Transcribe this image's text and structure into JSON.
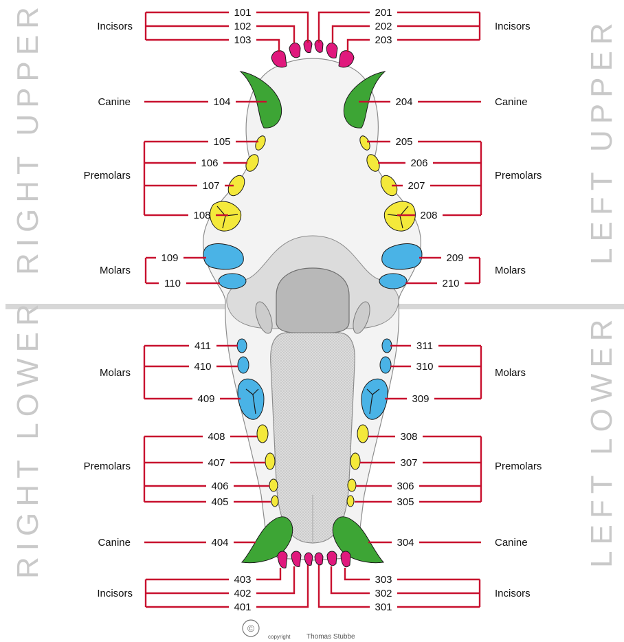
{
  "colors": {
    "line": "#c8102e",
    "incisor": "#e0197d",
    "canine": "#3da535",
    "premolar": "#f4e93b",
    "molar": "#4ab3e6",
    "outline": "#1a1a1a",
    "mouth": "#f2f2f2",
    "divider": "#d7d7d7",
    "side_label": "#c9c9c9"
  },
  "sides": {
    "right_upper": "RIGHT UPPER",
    "left_upper": "LEFT UPPER",
    "right_lower": "RIGHT LOWER",
    "left_lower": "LEFT LOWER"
  },
  "groups": {
    "incisors": "Incisors",
    "canine": "Canine",
    "premolars": "Premolars",
    "molars": "Molars"
  },
  "teeth": {
    "101": "101",
    "102": "102",
    "103": "103",
    "104": "104",
    "105": "105",
    "106": "106",
    "107": "107",
    "108": "108",
    "109": "109",
    "110": "110",
    "201": "201",
    "202": "202",
    "203": "203",
    "204": "204",
    "205": "205",
    "206": "206",
    "207": "207",
    "208": "208",
    "209": "209",
    "210": "210",
    "301": "301",
    "302": "302",
    "303": "303",
    "304": "304",
    "305": "305",
    "306": "306",
    "307": "307",
    "308": "308",
    "309": "309",
    "310": "310",
    "311": "311",
    "401": "401",
    "402": "402",
    "403": "403",
    "404": "404",
    "405": "405",
    "406": "406",
    "407": "407",
    "408": "408",
    "409": "409",
    "410": "410",
    "411": "411"
  },
  "copyright": {
    "symbol": "©",
    "word": "copyright",
    "author": "Thomas Stubbe"
  }
}
